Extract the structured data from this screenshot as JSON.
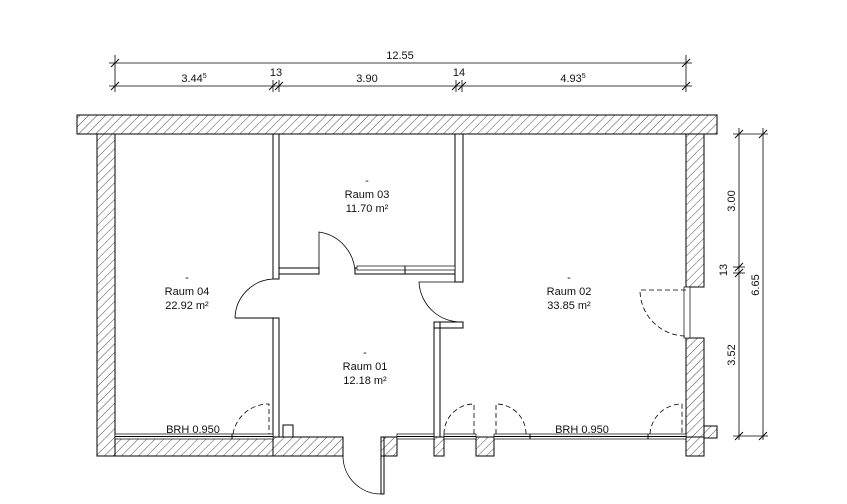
{
  "dimensions": {
    "top_overall": "12.55",
    "top_segments": [
      {
        "main": "3.44",
        "sup": "5"
      },
      {
        "main": "13",
        "sup": ""
      },
      {
        "main": "3.90",
        "sup": ""
      },
      {
        "main": "14",
        "sup": ""
      },
      {
        "main": "4.93",
        "sup": "5"
      }
    ],
    "right_overall": "6.65",
    "right_segments": [
      "3.00",
      "13",
      "3.52"
    ]
  },
  "rooms": [
    {
      "dash": "-",
      "name": "Raum 03",
      "area": "11.70 m²"
    },
    {
      "dash": "-",
      "name": "Raum 04",
      "area": "22.92 m²"
    },
    {
      "dash": "-",
      "name": "Raum 02",
      "area": "33.85 m²"
    },
    {
      "dash": "-",
      "name": "Raum 01",
      "area": "12.18 m²"
    }
  ],
  "sill_labels": [
    "BRH 0.950",
    "BRH 0.950"
  ]
}
